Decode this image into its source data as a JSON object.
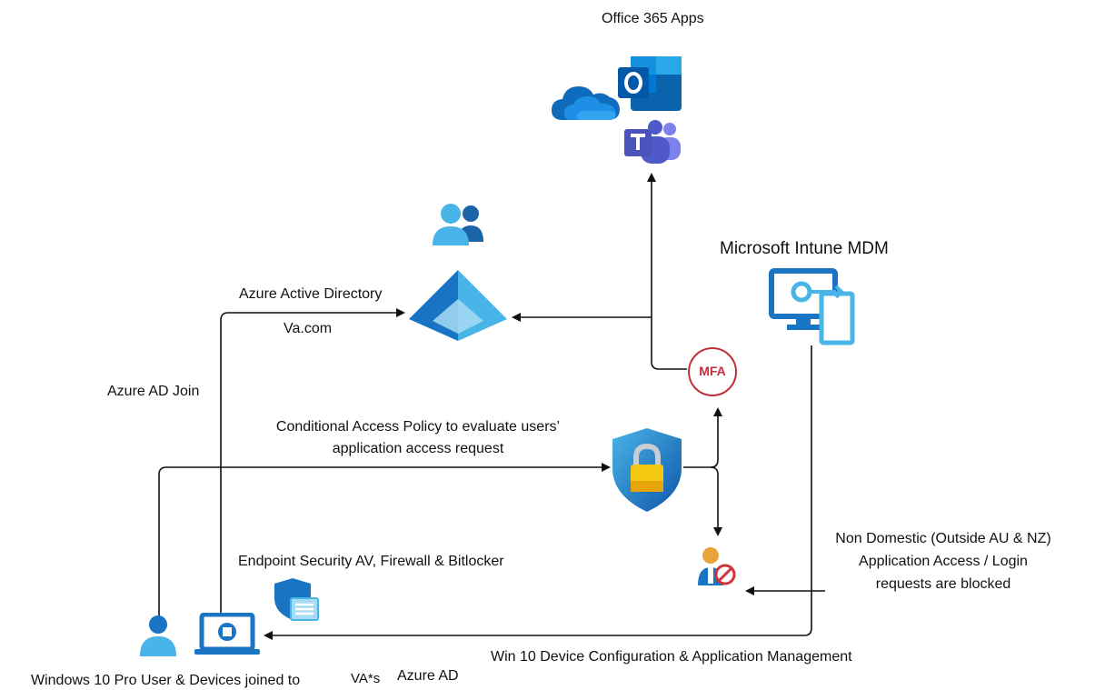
{
  "labels": {
    "office_apps": "Office 365 Apps",
    "intune": "Microsoft Intune MDM",
    "azure_ad": "Azure Active Directory",
    "domain": "Va.com",
    "ad_join": "Azure AD Join",
    "cap_line1": "Conditional Access Policy to evaluate users’",
    "cap_line2": "application access request",
    "mfa": "MFA",
    "endpoint": "Endpoint Security AV, Firewall & Bitlocker",
    "blocked_line1": "Non Domestic (Outside AU & NZ)",
    "blocked_line2": "Application Access / Login",
    "blocked_line3": "requests are blocked",
    "device_config": "Win 10 Device Configuration & Application Management",
    "devices_joined": "Windows 10 Pro User &  Devices joined to",
    "va_suffix": "VA*s",
    "azure_ad_short": "Azure AD"
  },
  "icons": {
    "onedrive": "onedrive-cloud-icon",
    "outlook": "outlook-icon",
    "teams": "teams-icon",
    "users": "users-group-icon",
    "azure_ad": "azure-ad-pyramid-icon",
    "intune": "intune-monitor-icon",
    "shield_lock": "shield-lock-icon",
    "blocked_user": "blocked-user-icon",
    "endpoint_shield": "endpoint-shield-icon",
    "user": "user-icon",
    "laptop": "windows-laptop-icon"
  },
  "colors": {
    "azure_blue": "#1a74c4",
    "light_blue": "#49b4e8",
    "mfa_red": "#c0303b",
    "teams_purple": "#5059c9",
    "outlook_blue": "#0a64ad",
    "lock_yellow": "#f2c811",
    "line": "#111111"
  }
}
